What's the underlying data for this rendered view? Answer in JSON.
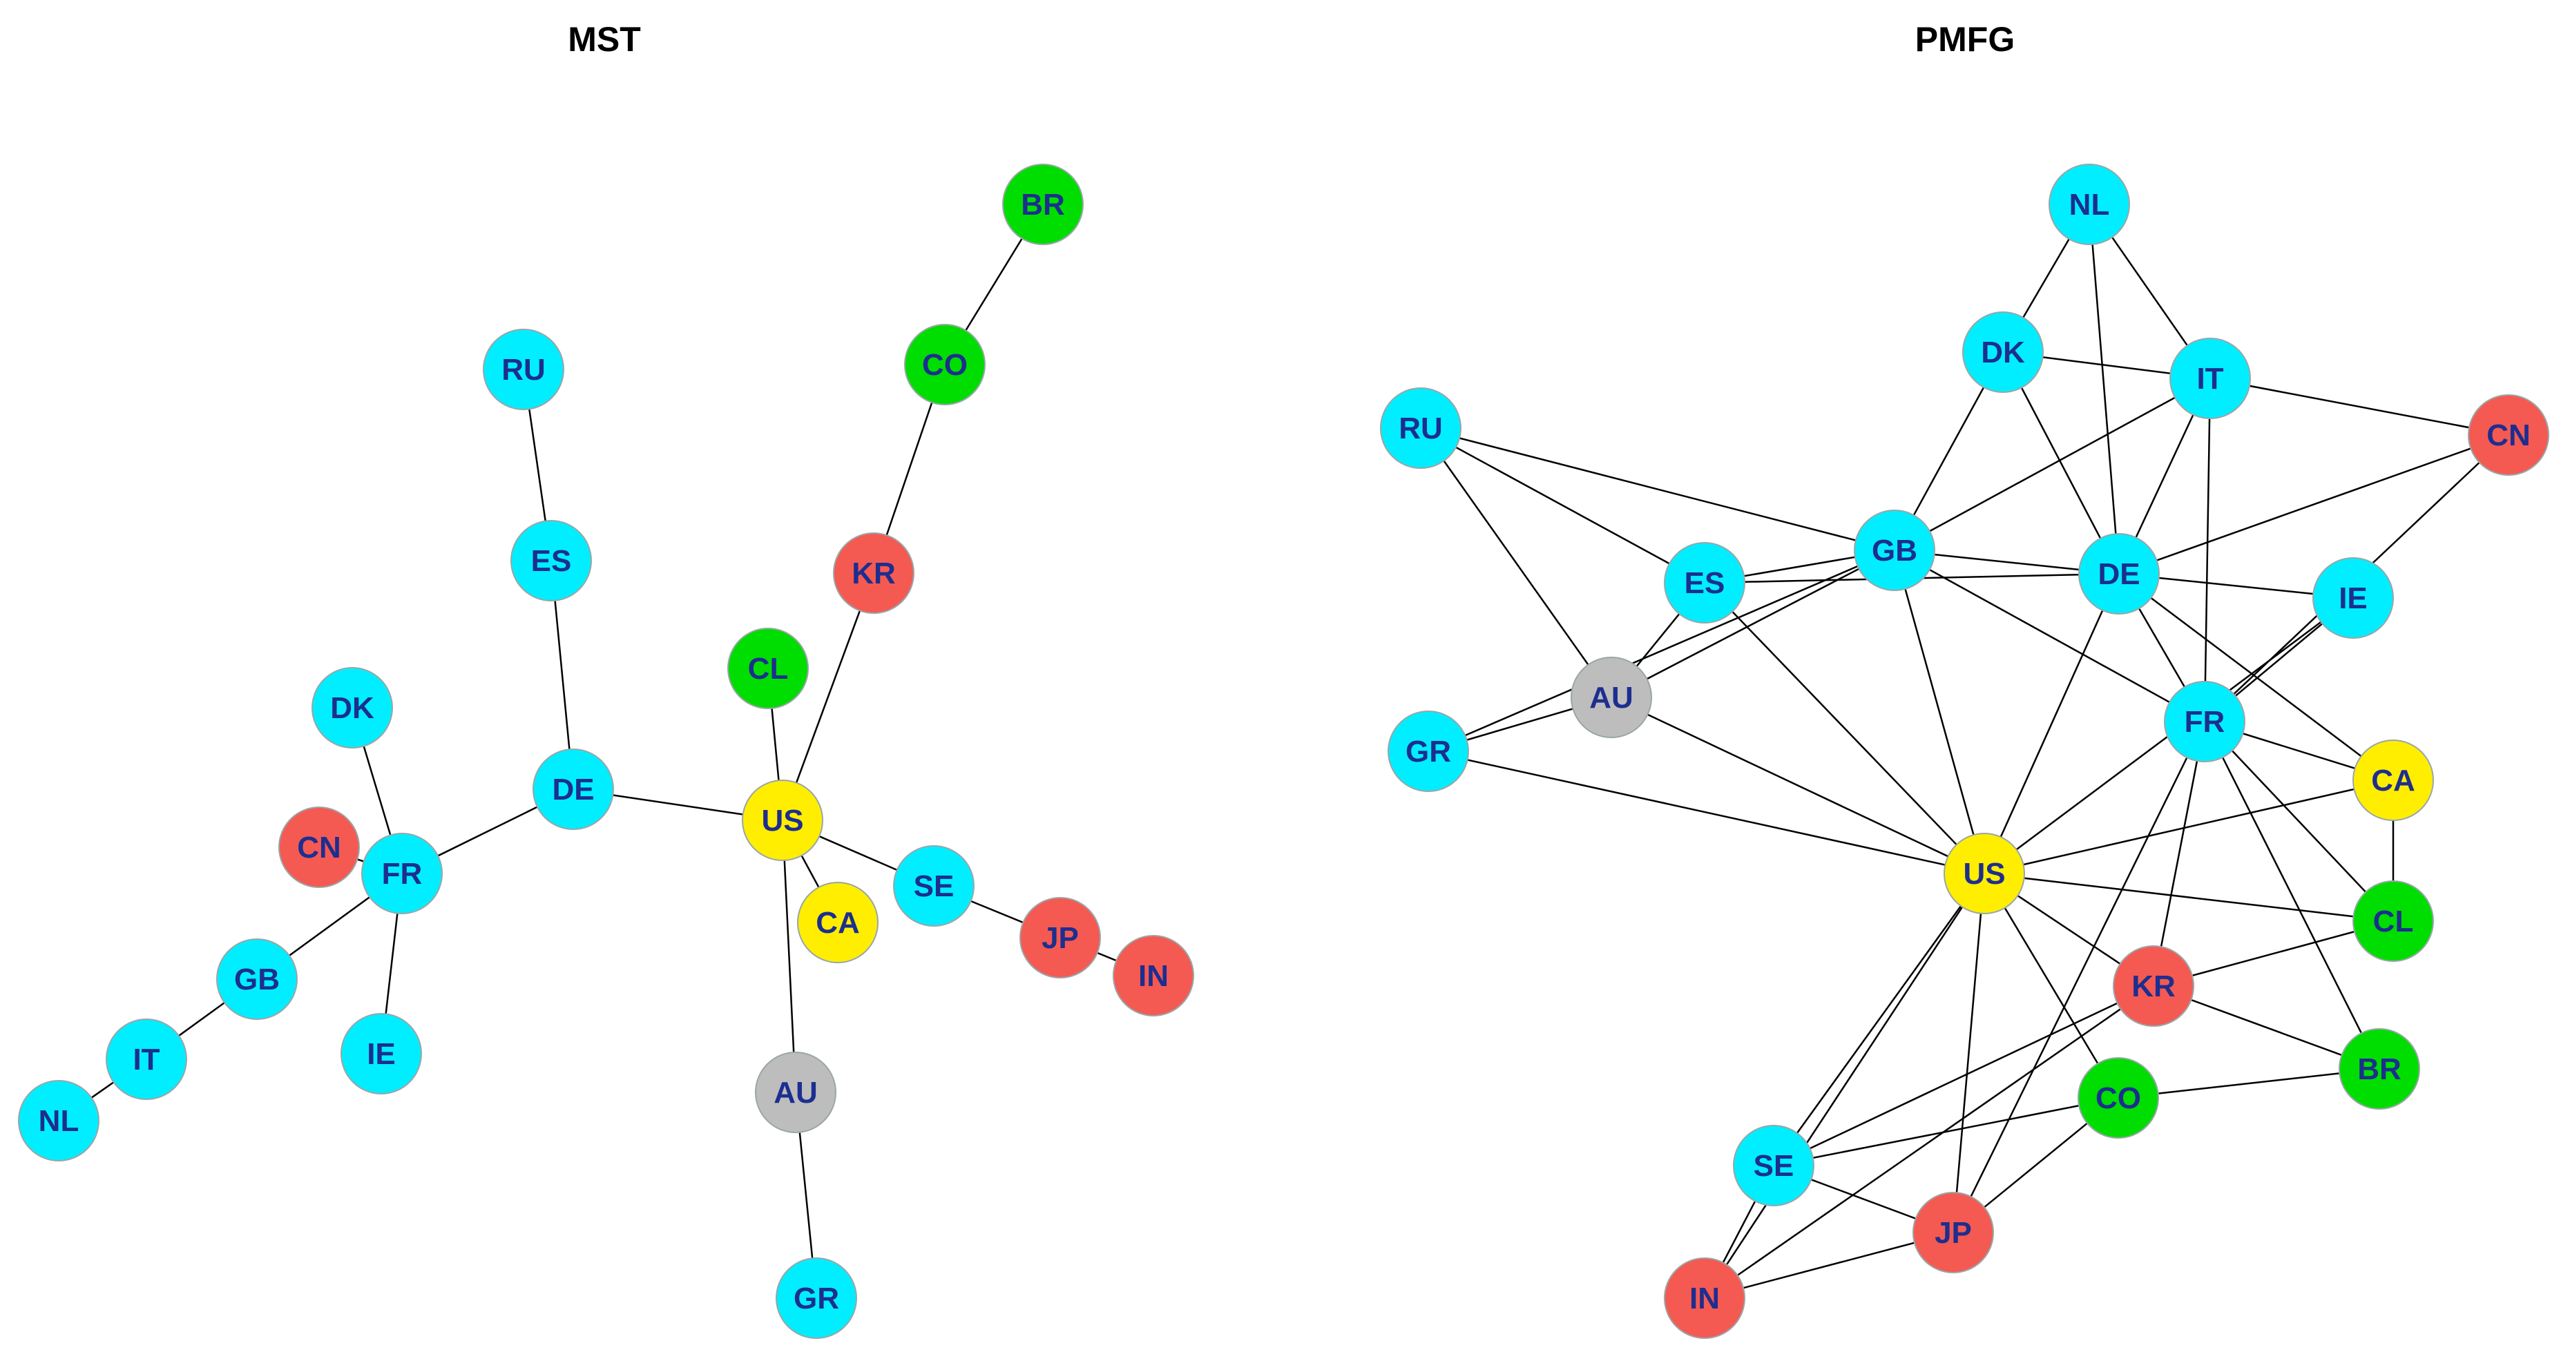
{
  "colors": {
    "cyan": "#00eeff",
    "red": "#f45a52",
    "green": "#00dd00",
    "yellow": "#ffee00",
    "grey": "#bdbdbd",
    "label": "#1d2e8f",
    "edge": "#000000"
  },
  "graphs": [
    {
      "id": "mst",
      "title": "MST",
      "nodes": [
        {
          "id": "BR",
          "color": "green"
        },
        {
          "id": "CO",
          "color": "green"
        },
        {
          "id": "RU",
          "color": "cyan"
        },
        {
          "id": "ES",
          "color": "cyan"
        },
        {
          "id": "KR",
          "color": "red"
        },
        {
          "id": "CL",
          "color": "green"
        },
        {
          "id": "DK",
          "color": "cyan"
        },
        {
          "id": "DE",
          "color": "cyan"
        },
        {
          "id": "US",
          "color": "yellow"
        },
        {
          "id": "CN",
          "color": "red"
        },
        {
          "id": "FR",
          "color": "cyan"
        },
        {
          "id": "SE",
          "color": "cyan"
        },
        {
          "id": "CA",
          "color": "yellow"
        },
        {
          "id": "JP",
          "color": "red"
        },
        {
          "id": "IN",
          "color": "red"
        },
        {
          "id": "GB",
          "color": "cyan"
        },
        {
          "id": "IT",
          "color": "cyan"
        },
        {
          "id": "IE",
          "color": "cyan"
        },
        {
          "id": "NL",
          "color": "cyan"
        },
        {
          "id": "AU",
          "color": "grey"
        },
        {
          "id": "GR",
          "color": "cyan"
        }
      ],
      "edges": [
        [
          "BR",
          "CO"
        ],
        [
          "CO",
          "KR"
        ],
        [
          "KR",
          "US"
        ],
        [
          "CL",
          "US"
        ],
        [
          "RU",
          "ES"
        ],
        [
          "ES",
          "DE"
        ],
        [
          "DE",
          "US"
        ],
        [
          "DE",
          "FR"
        ],
        [
          "DK",
          "FR"
        ],
        [
          "CN",
          "FR"
        ],
        [
          "FR",
          "GB"
        ],
        [
          "FR",
          "IE"
        ],
        [
          "GB",
          "IT"
        ],
        [
          "IT",
          "NL"
        ],
        [
          "US",
          "SE"
        ],
        [
          "US",
          "CA"
        ],
        [
          "US",
          "AU"
        ],
        [
          "SE",
          "JP"
        ],
        [
          "JP",
          "IN"
        ],
        [
          "AU",
          "GR"
        ]
      ]
    },
    {
      "id": "pmfg",
      "title": "PMFG",
      "nodes": [
        {
          "id": "NL",
          "color": "cyan"
        },
        {
          "id": "DK",
          "color": "cyan"
        },
        {
          "id": "IT",
          "color": "cyan"
        },
        {
          "id": "RU",
          "color": "cyan"
        },
        {
          "id": "CN",
          "color": "red"
        },
        {
          "id": "GB",
          "color": "cyan"
        },
        {
          "id": "ES",
          "color": "cyan"
        },
        {
          "id": "DE",
          "color": "cyan"
        },
        {
          "id": "IE",
          "color": "cyan"
        },
        {
          "id": "AU",
          "color": "grey"
        },
        {
          "id": "GR",
          "color": "cyan"
        },
        {
          "id": "FR",
          "color": "cyan"
        },
        {
          "id": "CA",
          "color": "yellow"
        },
        {
          "id": "US",
          "color": "yellow"
        },
        {
          "id": "CL",
          "color": "green"
        },
        {
          "id": "KR",
          "color": "red"
        },
        {
          "id": "BR",
          "color": "green"
        },
        {
          "id": "CO",
          "color": "green"
        },
        {
          "id": "SE",
          "color": "cyan"
        },
        {
          "id": "JP",
          "color": "red"
        },
        {
          "id": "IN",
          "color": "red"
        }
      ],
      "edges": [
        [
          "NL",
          "DK"
        ],
        [
          "NL",
          "IT"
        ],
        [
          "NL",
          "DE"
        ],
        [
          "DK",
          "IT"
        ],
        [
          "DK",
          "GB"
        ],
        [
          "DK",
          "DE"
        ],
        [
          "IT",
          "CN"
        ],
        [
          "IT",
          "GB"
        ],
        [
          "IT",
          "DE"
        ],
        [
          "IT",
          "FR"
        ],
        [
          "RU",
          "GB"
        ],
        [
          "RU",
          "ES"
        ],
        [
          "RU",
          "AU"
        ],
        [
          "CN",
          "DE"
        ],
        [
          "CN",
          "FR"
        ],
        [
          "GB",
          "ES"
        ],
        [
          "GB",
          "AU"
        ],
        [
          "GB",
          "DE"
        ],
        [
          "GB",
          "GR"
        ],
        [
          "GB",
          "US"
        ],
        [
          "GB",
          "FR"
        ],
        [
          "ES",
          "DE"
        ],
        [
          "ES",
          "AU"
        ],
        [
          "ES",
          "US"
        ],
        [
          "DE",
          "IE"
        ],
        [
          "DE",
          "FR"
        ],
        [
          "DE",
          "US"
        ],
        [
          "DE",
          "CA"
        ],
        [
          "IE",
          "FR"
        ],
        [
          "IE",
          "US"
        ],
        [
          "AU",
          "GR"
        ],
        [
          "AU",
          "US"
        ],
        [
          "GR",
          "US"
        ],
        [
          "FR",
          "CA"
        ],
        [
          "FR",
          "CL"
        ],
        [
          "FR",
          "BR"
        ],
        [
          "FR",
          "KR"
        ],
        [
          "FR",
          "JP"
        ],
        [
          "CA",
          "US"
        ],
        [
          "CA",
          "CL"
        ],
        [
          "US",
          "CL"
        ],
        [
          "US",
          "KR"
        ],
        [
          "US",
          "CO"
        ],
        [
          "US",
          "SE"
        ],
        [
          "US",
          "JP"
        ],
        [
          "US",
          "IN"
        ],
        [
          "CL",
          "KR"
        ],
        [
          "KR",
          "BR"
        ],
        [
          "KR",
          "SE"
        ],
        [
          "KR",
          "IN"
        ],
        [
          "BR",
          "CO"
        ],
        [
          "CO",
          "SE"
        ],
        [
          "CO",
          "JP"
        ],
        [
          "SE",
          "JP"
        ],
        [
          "SE",
          "IN"
        ],
        [
          "JP",
          "IN"
        ]
      ]
    }
  ]
}
